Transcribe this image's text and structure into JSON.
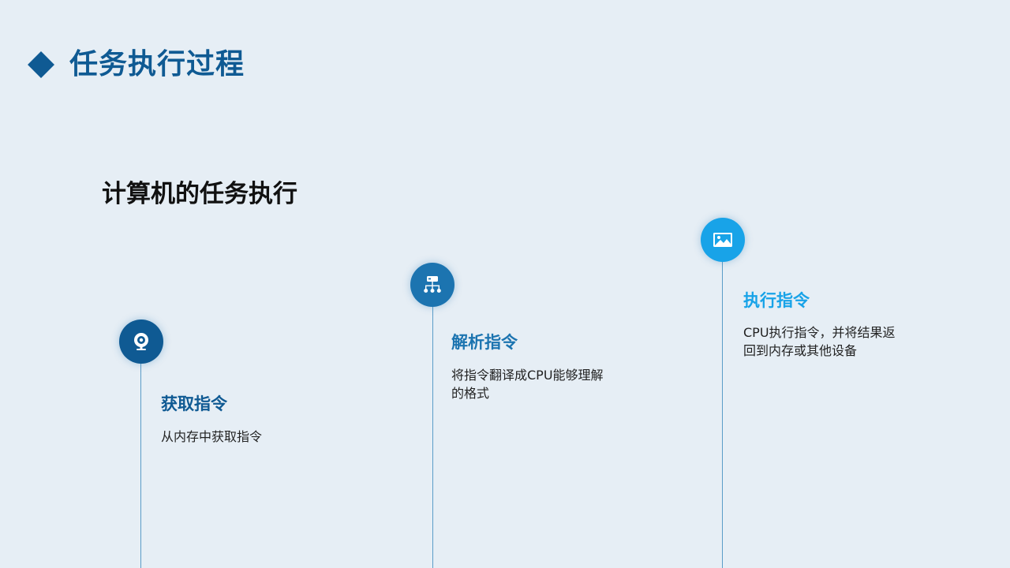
{
  "header": {
    "title": "任务执行过程"
  },
  "section": {
    "title": "计算机的任务执行"
  },
  "steps": [
    {
      "title": "获取指令",
      "description": "从内存中获取指令",
      "icon": "webcam-icon",
      "color": "#0f5a93"
    },
    {
      "title": "解析指令",
      "description": "将指令翻译成CPU能够理解的格式",
      "icon": "hierarchy-icon",
      "color": "#1c74b0"
    },
    {
      "title": "执行指令",
      "description": "CPU执行指令，并将结果返回到内存或其他设备",
      "icon": "image-icon",
      "color": "#18a3e8"
    }
  ]
}
